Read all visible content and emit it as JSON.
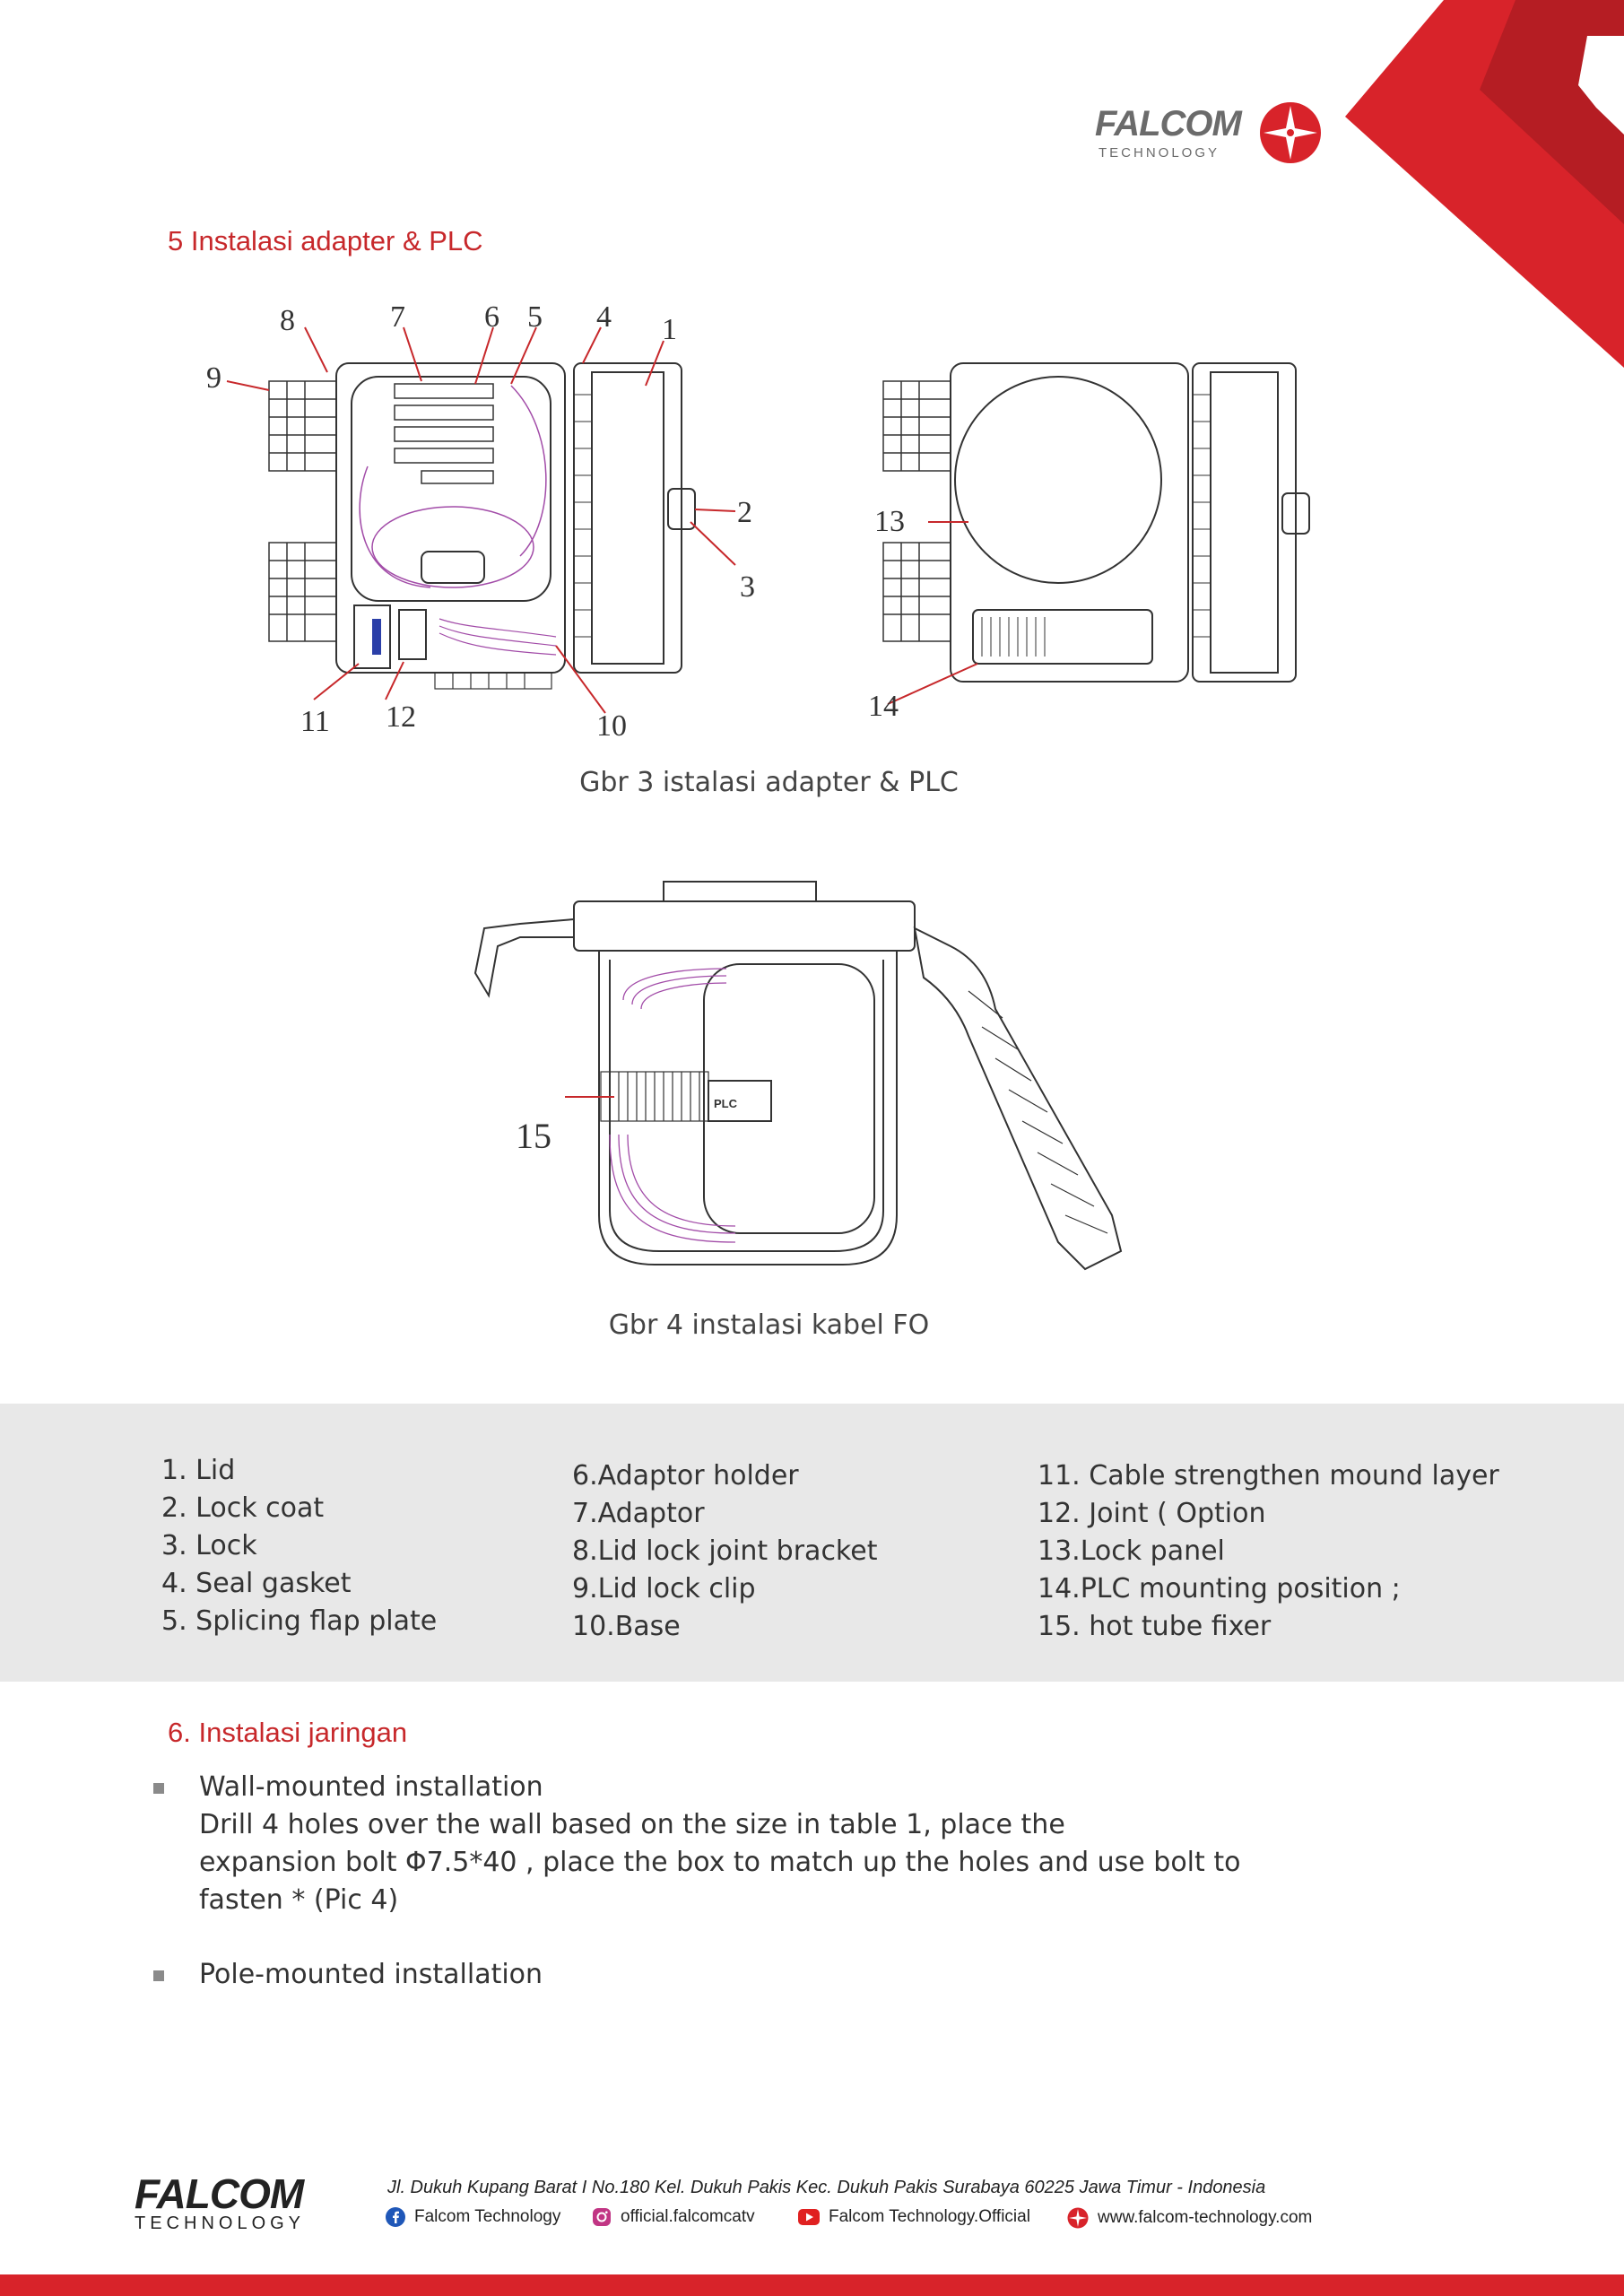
{
  "brand": {
    "name": "FALCOM",
    "subtitle": "TECHNOLOGY",
    "colors": {
      "red": "#d8232a",
      "dark_red": "#b51d23",
      "gray": "#6b6b6b"
    }
  },
  "section5": {
    "heading": "5  Instalasi adapter & PLC",
    "figure3": {
      "caption": "Gbr 3 istalasi adapter & PLC",
      "callouts": [
        "8",
        "7",
        "6",
        "5",
        "4",
        "1",
        "9",
        "2",
        "3",
        "11",
        "12",
        "10",
        "13",
        "14"
      ]
    },
    "figure4": {
      "caption": "Gbr 4 instalasi kabel FO",
      "callouts": [
        "15"
      ],
      "module_label": "PLC"
    }
  },
  "parts": {
    "col1": [
      "1.  Lid",
      "2. Lock coat",
      "3. Lock",
      "4. Seal gasket",
      "5. Splicing flap plate"
    ],
    "col2": [
      "6.Adaptor holder",
      "7.Adaptor",
      "8.Lid lock joint bracket",
      "9.Lid lock clip",
      "10.Base"
    ],
    "col3": [
      "11. Cable strengthen mound layer",
      "12. Joint ( Option",
      "13.Lock panel",
      "14.PLC mounting position ;",
      "15. hot tube fixer"
    ]
  },
  "section6": {
    "heading": "6. Instalasi jaringan",
    "items": [
      {
        "title": "Wall-mounted installation",
        "lines": [
          "Drill 4 holes over the wall based on the size in table 1, place the",
          "expansion bolt Φ7.5*40 , place the box to match up the holes and use bolt to",
          "fasten * (Pic 4)"
        ]
      },
      {
        "title": "Pole-mounted installation",
        "lines": []
      }
    ]
  },
  "footer": {
    "address": "Jl. Dukuh Kupang Barat I No.180 Kel. Dukuh Pakis Kec. Dukuh Pakis Surabaya 60225 Jawa Timur - Indonesia",
    "facebook": "Falcom Technology",
    "instagram": "official.falcomcatv",
    "youtube": "Falcom Technology.Official",
    "website": "www.falcom-technology.com",
    "icons": [
      "facebook-icon",
      "instagram-icon",
      "youtube-icon",
      "falcom-star-icon"
    ]
  }
}
